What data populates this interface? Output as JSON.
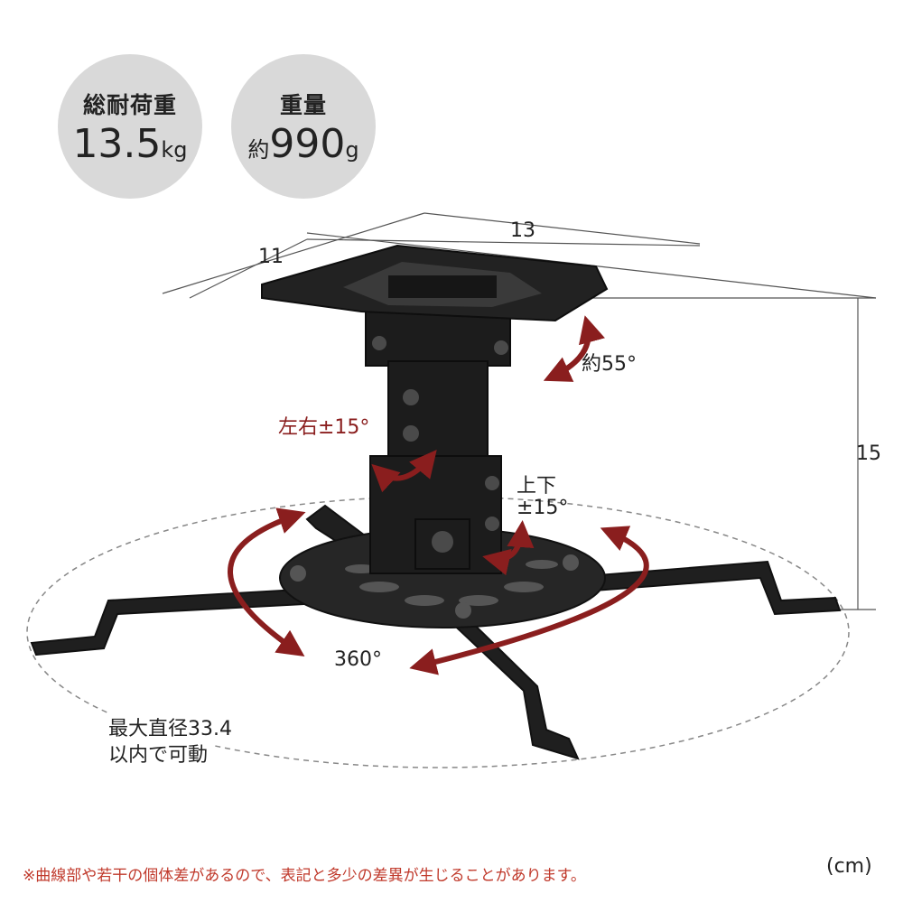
{
  "badges": [
    {
      "label": "総耐荷重",
      "value": "13.5",
      "unit": "kg"
    },
    {
      "label": "重量",
      "prefix": "約",
      "value": "990",
      "unit": "g"
    }
  ],
  "dimensions": {
    "width": "13",
    "depth": "11",
    "height": "15"
  },
  "adjustments": {
    "tilt": "約55°",
    "left_right": "左右±15°",
    "up_down_line1": "上下",
    "up_down_line2": "±15°",
    "rotation": "360°"
  },
  "diameter": {
    "line1": "最大直径33.4",
    "line2": "以内で可動"
  },
  "note": "※曲線部や若干の個体差があるので、表記と多少の差異が生じることがあります。",
  "unit": "(cm)",
  "colors": {
    "arrow": "#8a1e1e",
    "badge_bg": "#d9d9d9",
    "mount": "#1f1f1f",
    "note": "#c0392b"
  }
}
